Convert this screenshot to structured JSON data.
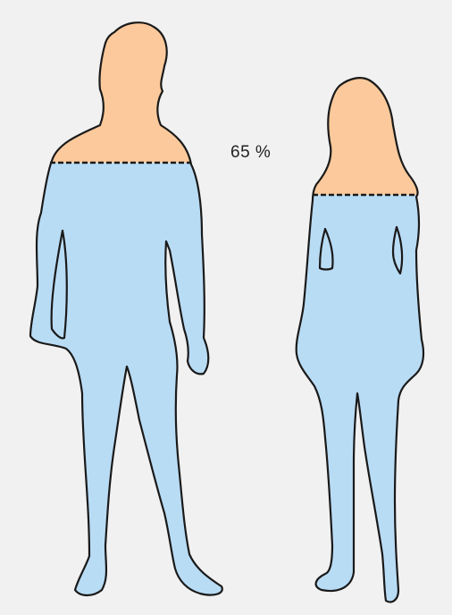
{
  "diagram": {
    "percentage_label": "65 %",
    "colors": {
      "background": "#f1f1f1",
      "water_fill": "#b9dcf5",
      "upper_fill": "#fbc99b",
      "outline": "#1a1a1a",
      "water_line": "#1a1a1a"
    },
    "figures": [
      {
        "name": "male-figure",
        "water_fraction": 0.65
      },
      {
        "name": "female-figure",
        "water_fraction": 0.65
      }
    ]
  }
}
